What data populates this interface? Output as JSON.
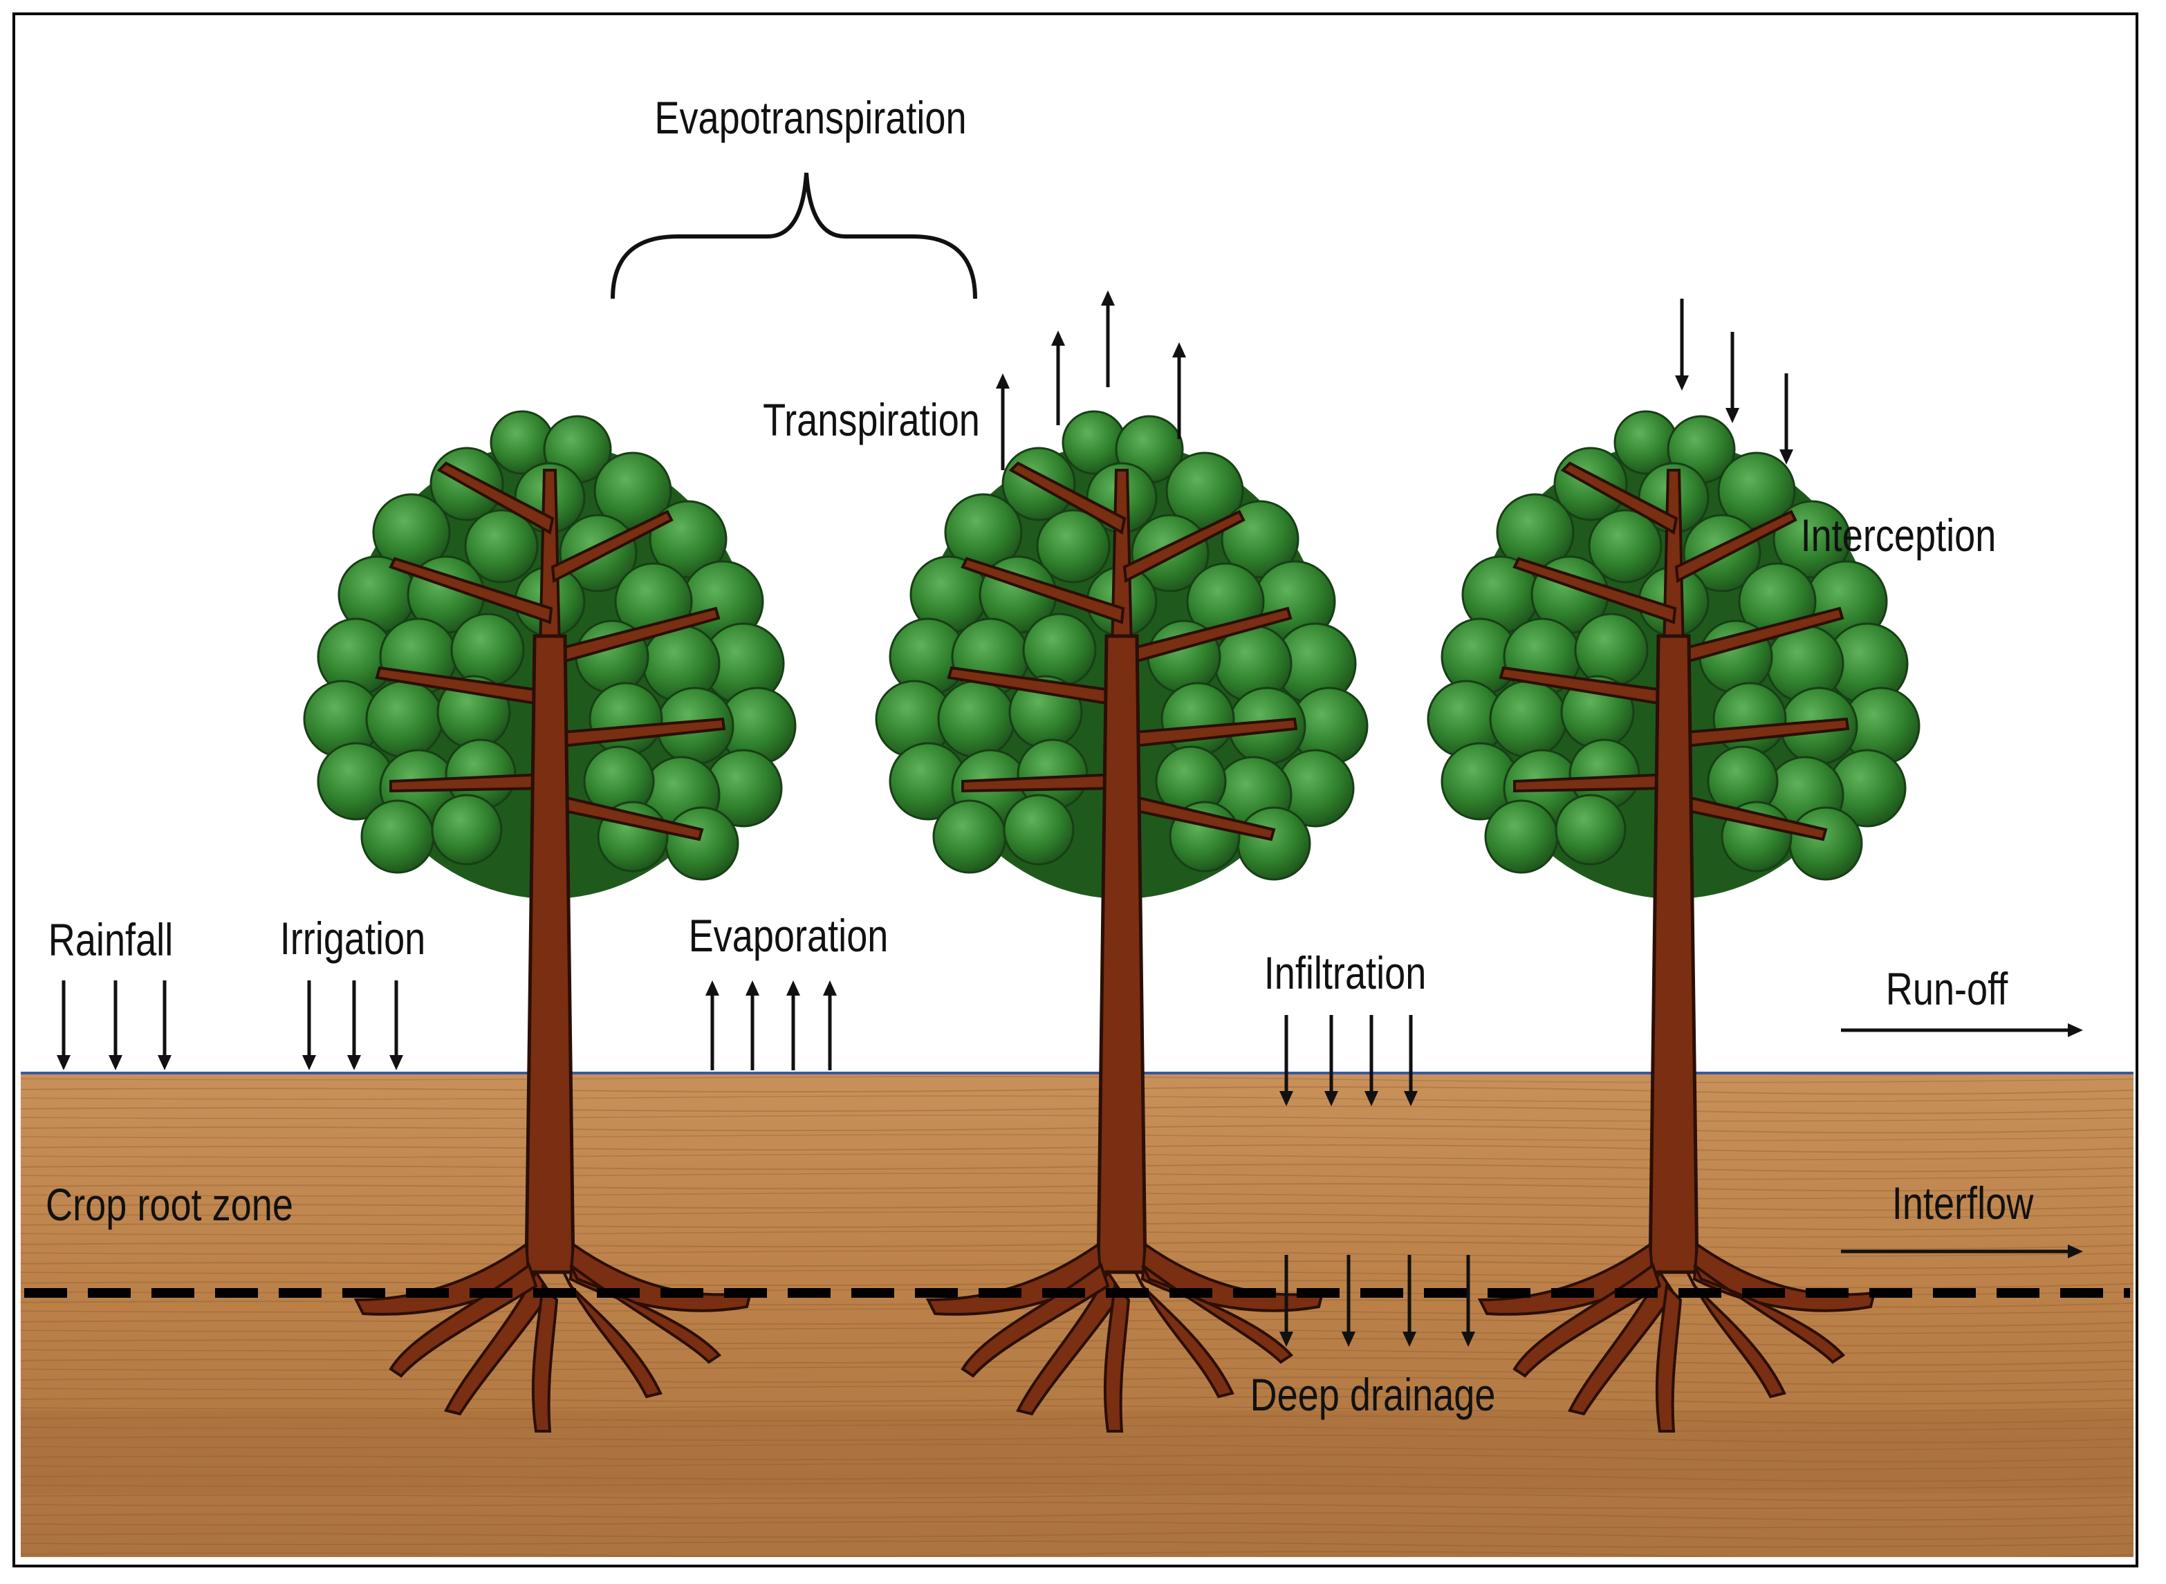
{
  "labels": {
    "evapotranspiration": "Evapotranspiration",
    "transpiration": "Transpiration",
    "interception": "Interception",
    "rainfall": "Rainfall",
    "irrigation": "Irrigation",
    "evaporation": "Evaporation",
    "infiltration": "Infiltration",
    "run_off": "Run-off",
    "crop_root_zone": "Crop root zone",
    "interflow": "Interflow",
    "deep_drainage": "Deep drainage"
  },
  "colors": {
    "soil_light": "#c9935c",
    "soil_dark": "#a8703c",
    "soil_grain": "#7a4a22",
    "ground_line": "#3a5a9a",
    "foliage_dark": "#1f5a1c",
    "foliage_mid": "#2e7d2a",
    "foliage_light": "#4aa14a",
    "trunk": "#7a2e12",
    "trunk_outline": "#2a0f05",
    "arrow": "#111111",
    "frame": "#000000"
  },
  "icons": {
    "tree": "tree-icon",
    "brace": "curly-brace-icon",
    "arrow": "arrow-icon"
  }
}
